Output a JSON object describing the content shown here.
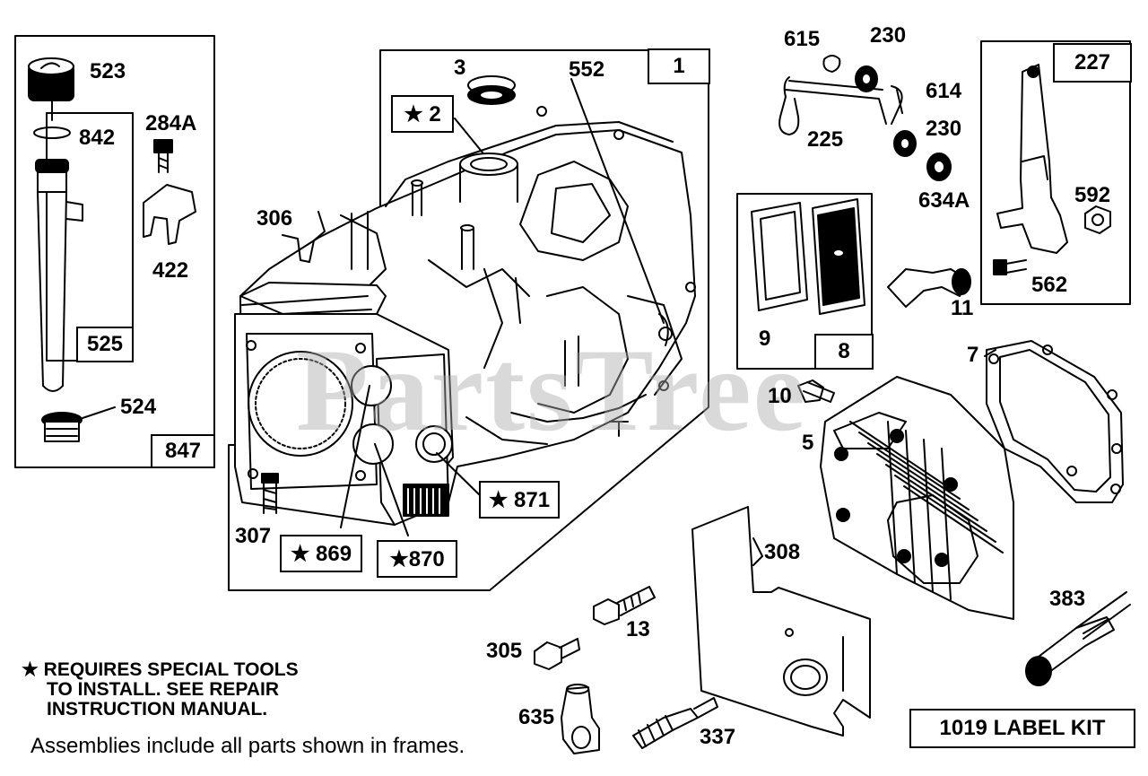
{
  "watermark": "PartsTree",
  "frame_labels": {
    "f847": "847",
    "f525": "525",
    "f1": "1",
    "f2": "★ 2",
    "f871": "★ 871",
    "f869": "★ 869",
    "f870": "★870",
    "f8": "8",
    "f227": "227",
    "label_kit": "1019 LABEL KIT"
  },
  "part_labels": {
    "p523": "523",
    "p842": "842",
    "p284a": "284A",
    "p422": "422",
    "p524": "524",
    "p3": "3",
    "p552": "552",
    "p306": "306",
    "p307": "307",
    "p615": "615",
    "p230a": "230",
    "p614": "614",
    "p230b": "230",
    "p225": "225",
    "p634a": "634A",
    "p592": "592",
    "p562": "562",
    "p9": "9",
    "p11": "11",
    "p7": "7",
    "p10": "10",
    "p5": "5",
    "p308": "308",
    "p13": "13",
    "p305": "305",
    "p383": "383",
    "p635": "635",
    "p337": "337"
  },
  "notes": {
    "special_line1": "★ REQUIRES SPECIAL TOOLS",
    "special_line2": "TO INSTALL.  SEE REPAIR",
    "special_line3": "INSTRUCTION MANUAL.",
    "assemblies": "Assemblies include all parts shown in frames."
  }
}
